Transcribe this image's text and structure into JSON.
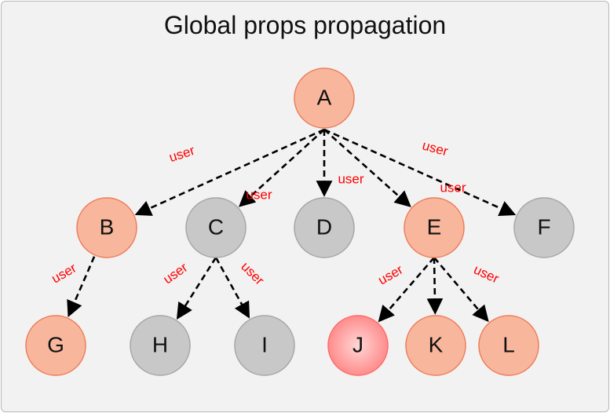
{
  "title": "Global props propagation",
  "colors": {
    "orange_fill": "#f8b79d",
    "orange_stroke": "#ed7d5a",
    "gray_fill": "#c8c8c8",
    "gray_stroke": "#a6a6a6",
    "highlight_fill": "#ff9a9a",
    "highlight_stroke": "#ff6b6b",
    "edge": "#000000",
    "edge_label": "#ff0000"
  },
  "nodes": [
    {
      "id": "A",
      "label": "A",
      "style": "orange"
    },
    {
      "id": "B",
      "label": "B",
      "style": "orange"
    },
    {
      "id": "C",
      "label": "C",
      "style": "gray"
    },
    {
      "id": "D",
      "label": "D",
      "style": "gray"
    },
    {
      "id": "E",
      "label": "E",
      "style": "orange"
    },
    {
      "id": "F",
      "label": "F",
      "style": "gray"
    },
    {
      "id": "G",
      "label": "G",
      "style": "orange"
    },
    {
      "id": "H",
      "label": "H",
      "style": "gray"
    },
    {
      "id": "I",
      "label": "I",
      "style": "gray"
    },
    {
      "id": "J",
      "label": "J",
      "style": "highlight"
    },
    {
      "id": "K",
      "label": "K",
      "style": "orange"
    },
    {
      "id": "L",
      "label": "L",
      "style": "orange"
    }
  ],
  "edges": [
    {
      "from": "A",
      "to": "B",
      "label": "user"
    },
    {
      "from": "A",
      "to": "C",
      "label": "user"
    },
    {
      "from": "A",
      "to": "D",
      "label": "user"
    },
    {
      "from": "A",
      "to": "E",
      "label": "user"
    },
    {
      "from": "A",
      "to": "F",
      "label": "user"
    },
    {
      "from": "B",
      "to": "G",
      "label": "user"
    },
    {
      "from": "C",
      "to": "H",
      "label": "user"
    },
    {
      "from": "C",
      "to": "I",
      "label": "user"
    },
    {
      "from": "E",
      "to": "J",
      "label": "user"
    },
    {
      "from": "E",
      "to": "K",
      "label": ""
    },
    {
      "from": "E",
      "to": "L",
      "label": "user"
    }
  ]
}
